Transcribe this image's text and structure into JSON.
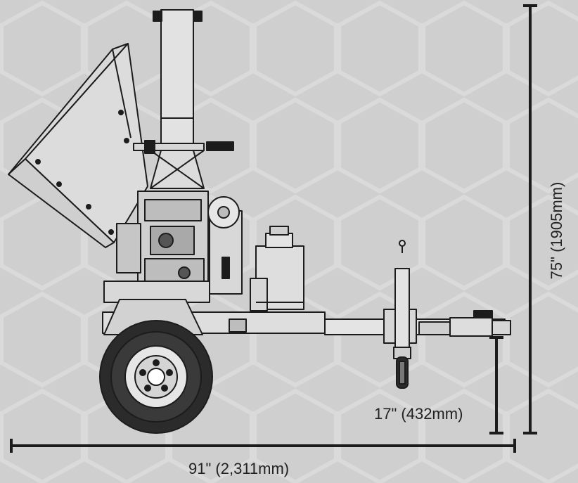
{
  "dimensions": {
    "overall_length": "91\" (2,311mm)",
    "overall_height": "75\" (1905mm)",
    "hitch_height": "17\" (432mm)"
  },
  "colors": {
    "background": "#cfcfcf",
    "hex_pattern": "#d8d8d8",
    "line": "#1c1c1c",
    "body_fill": "#dedede",
    "tire": "#2b2b2b"
  },
  "icons": {
    "machine": "wood-chipper-drawing",
    "pattern": "hexagon-pattern"
  }
}
